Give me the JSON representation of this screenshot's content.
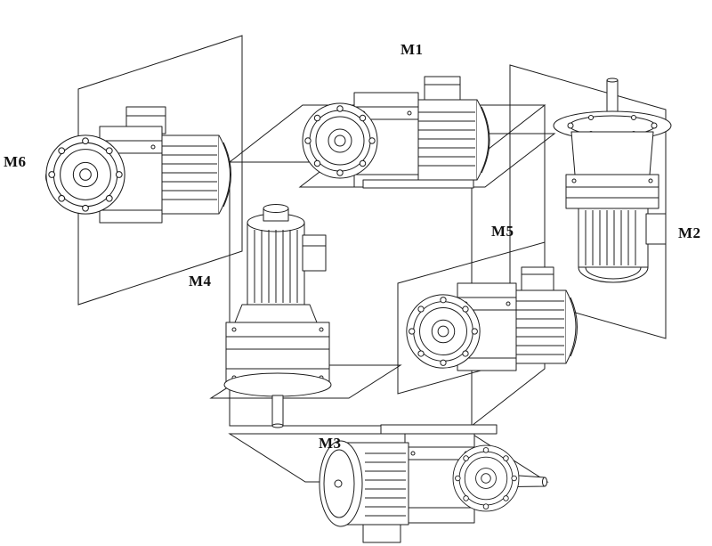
{
  "diagram": {
    "type": "gearmotor-mounting-positions",
    "labels": {
      "m1": "M1",
      "m2": "M2",
      "m3": "M3",
      "m4": "M4",
      "m5": "M5",
      "m6": "M6"
    },
    "colors": {
      "line": "#1c1c1c",
      "background": "#ffffff"
    }
  }
}
